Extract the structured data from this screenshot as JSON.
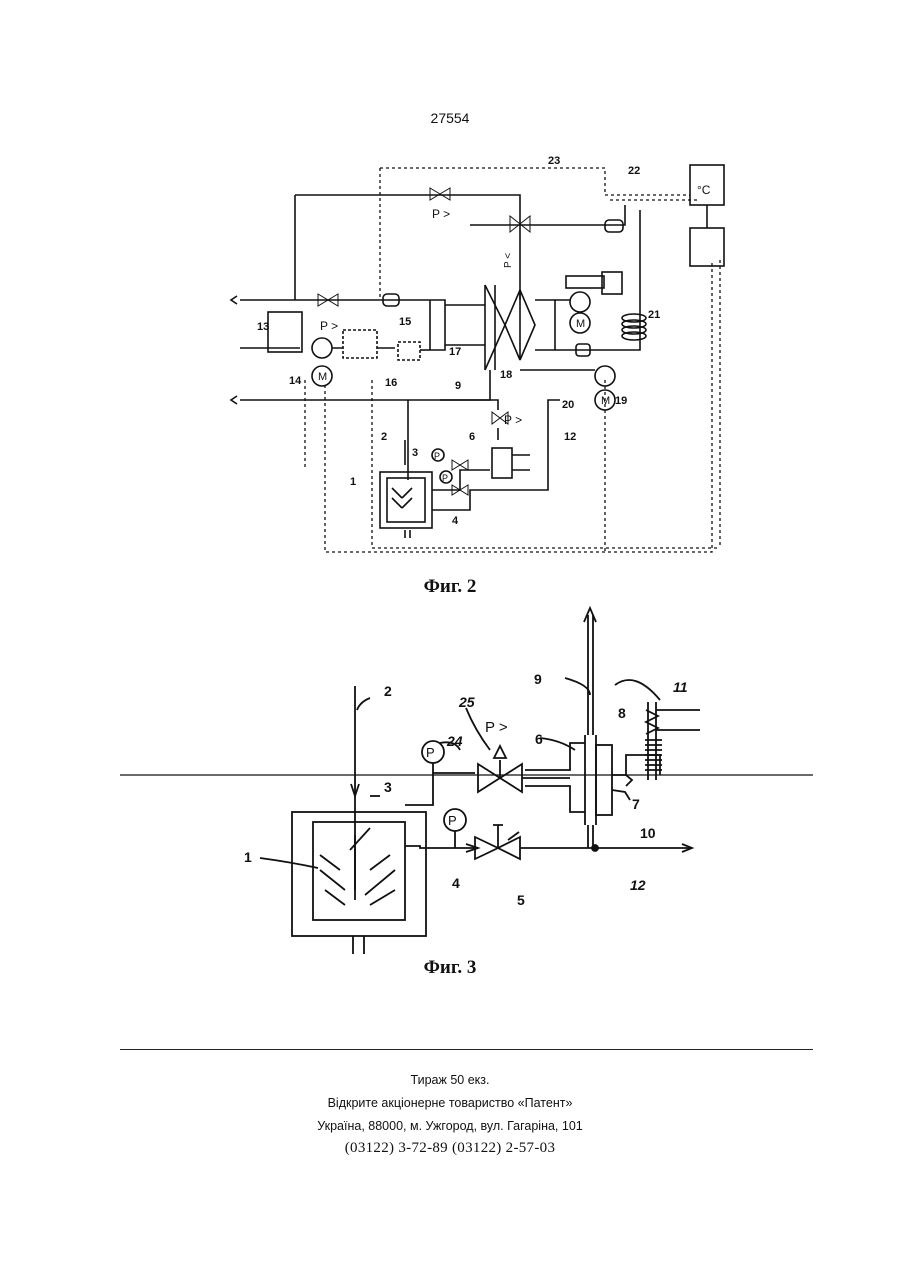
{
  "page_number": "27554",
  "figures": [
    {
      "caption": "Фиг. 2",
      "labels": [
        "1",
        "2",
        "3",
        "4",
        "6",
        "9",
        "12",
        "13",
        "14",
        "15",
        "16",
        "17",
        "18",
        "19",
        "20",
        "21",
        "22",
        "23"
      ],
      "symbols": {
        "pressure_gauge": "P",
        "motor": "M",
        "pressure_relief": "P >",
        "thermometer": "°C"
      }
    },
    {
      "caption": "Фиг. 3",
      "labels": [
        "1",
        "2",
        "3",
        "4",
        "5",
        "6",
        "7",
        "8",
        "9",
        "10",
        "11",
        "12",
        "24",
        "25"
      ],
      "symbols": {
        "pressure_gauge": "P",
        "pressure_relief": "P >"
      }
    }
  ],
  "footer": {
    "print_run": "Тираж 50 екз.",
    "company": "Відкрите акціонерне товариство «Патент»",
    "address": "Україна, 88000, м. Ужгород, вул. Гагаріна, 101",
    "phones": "(03122) 3-72-89 (03122) 2-57-03"
  }
}
